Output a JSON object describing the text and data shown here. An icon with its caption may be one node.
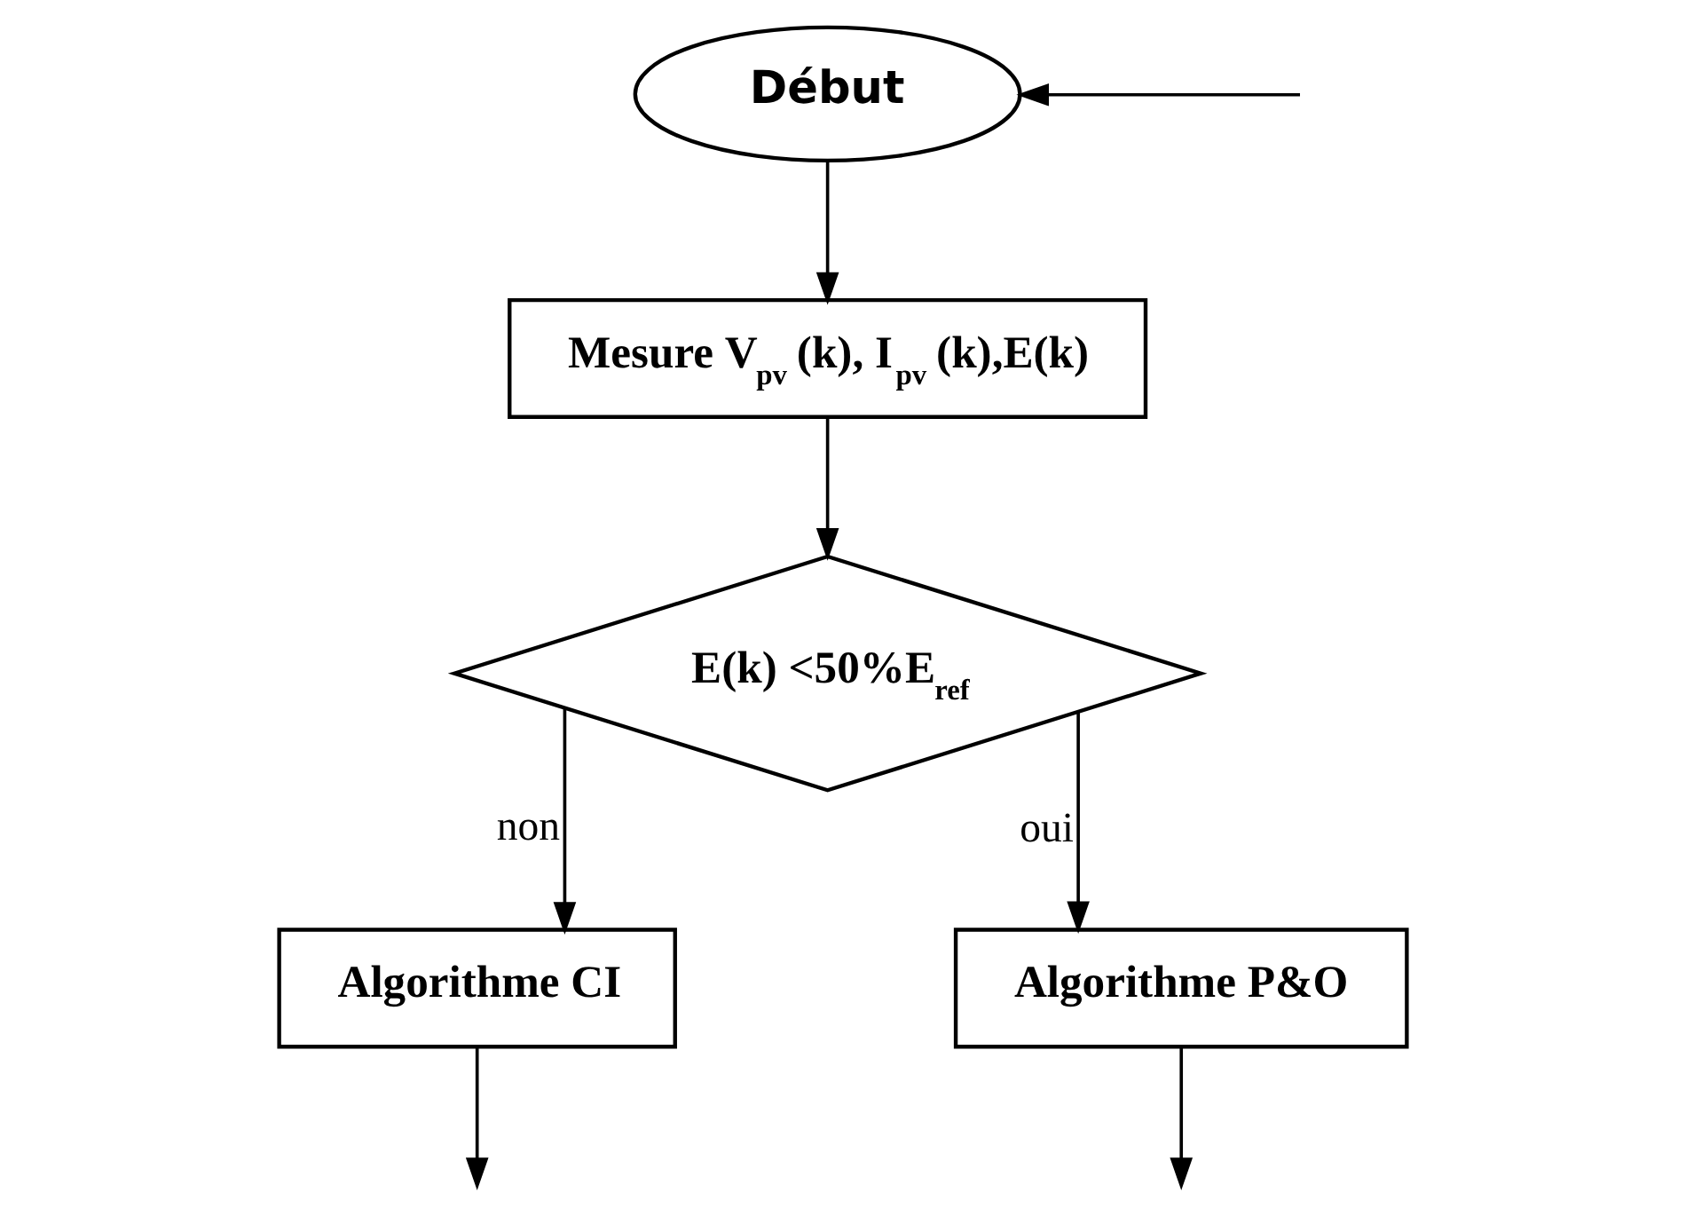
{
  "diagram": {
    "nodes": [
      {
        "text": [
          "Début"
        ]
      },
      {
        "text": [
          "Mesure V$_{pv}$ (k), I$_{pv}$ (k),E(k)"
        ]
      },
      {
        "text": [
          "E(k) <50%E$_{ref}$"
        ]
      },
      {
        "text": [
          "Algorithme CI"
        ]
      },
      {
        "text": [
          "Algorithme P&O"
        ]
      }
    ],
    "edges": [
      {
        "from": 0,
        "to": 1,
        "arrow": "to"
      },
      {
        "from": 1,
        "to": 2,
        "arrow": "to"
      },
      {
        "from": 2,
        "to": 3,
        "arrow": "to",
        "label": "non"
      },
      {
        "from": 2,
        "to": 4,
        "arrow": "to",
        "label": "oui"
      },
      {
        "from": 3,
        "to": null,
        "arrow": "to"
      },
      {
        "from": 4,
        "to": null,
        "arrow": "to"
      },
      {
        "from": null,
        "to": 0,
        "arrow": "to"
      }
    ]
  }
}
